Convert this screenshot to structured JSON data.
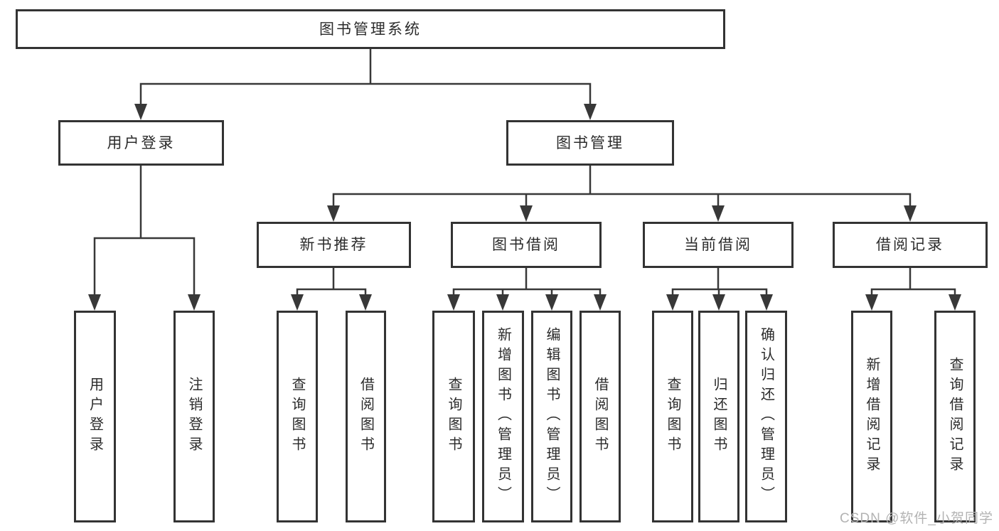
{
  "tree": {
    "root": "图书管理系统",
    "branches": [
      {
        "label": "用户登录",
        "leaves": [
          "用户登录",
          "注销登录"
        ]
      },
      {
        "label": "图书管理",
        "groups": [
          {
            "label": "新书推荐",
            "leaves": [
              "查询图书",
              "借阅图书"
            ]
          },
          {
            "label": "图书借阅",
            "leaves": [
              "查询图书",
              "新增图书（管理员）",
              "编辑图书（管理员）",
              "借阅图书"
            ]
          },
          {
            "label": "当前借阅",
            "leaves": [
              "查询图书",
              "归还图书",
              "确认归还（管理员）"
            ]
          },
          {
            "label": "借阅记录",
            "leaves": [
              "新增借阅记录",
              "查询借阅记录"
            ]
          }
        ]
      }
    ]
  },
  "watermark": "CSDN @软件_小贺同学",
  "colors": {
    "line": "#383838",
    "box_border": "#333333",
    "box_fill": "#ffffff",
    "label_text": "#2b2b2b",
    "watermark_text": "#b3b3b3",
    "background": "#ffffff"
  }
}
